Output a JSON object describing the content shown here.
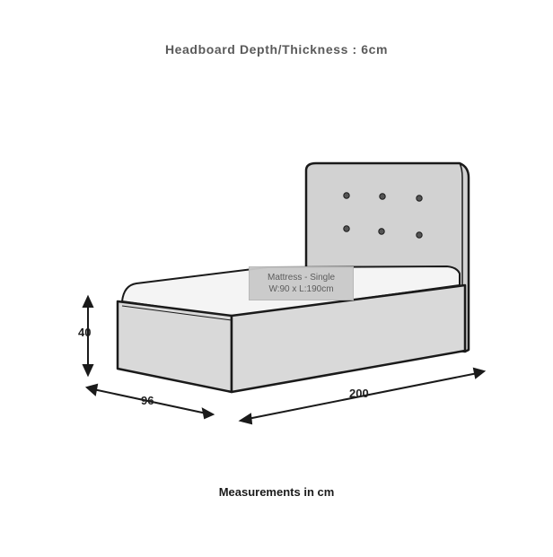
{
  "header": {
    "title": "Headboard Depth/Thickness : 6cm"
  },
  "mattress_label": {
    "line1": "Mattress - Single",
    "line2": "W:90 x L:190cm"
  },
  "dimensions": {
    "height": "40",
    "width": "96",
    "length": "200"
  },
  "footer": {
    "text": "Measurements in cm"
  },
  "colors": {
    "headboard_fill": "#d2d2d2",
    "mattress_fill": "#f4f4f4",
    "base_fill": "#d9d9d9",
    "outline": "#1a1a1a",
    "button_fill": "#555555"
  },
  "icons": [
    "arrow-head-icon",
    "tufted-button-icon"
  ]
}
